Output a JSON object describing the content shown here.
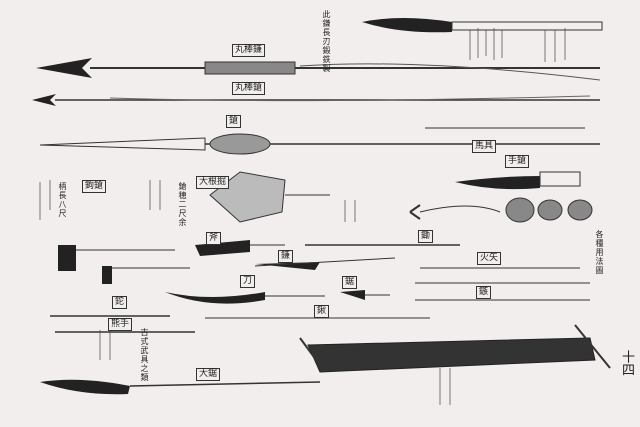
{
  "page_number": "十四",
  "labels": {
    "l1": "丸棒鎌",
    "l2": "丸棒鎗",
    "l3": "鎗",
    "l4": "手鎗",
    "l5": "鉤鎗",
    "l6": "大根掘",
    "l7": "馬具",
    "l8": "斧",
    "l9": "鎌",
    "l10": "刀",
    "l11": "鋸",
    "l12": "鉈",
    "l13": "熊手",
    "l14": "鍬",
    "l15": "鋤",
    "l16": "火矢",
    "l17": "鏃",
    "l18": "大鋸"
  },
  "notes": {
    "n1": "此鎌長刃鍛鉄製",
    "n2": "柄長八尺",
    "n3": "鎗穂二尺余",
    "n4": "各種用法圖",
    "n5": "古式武具之類"
  }
}
